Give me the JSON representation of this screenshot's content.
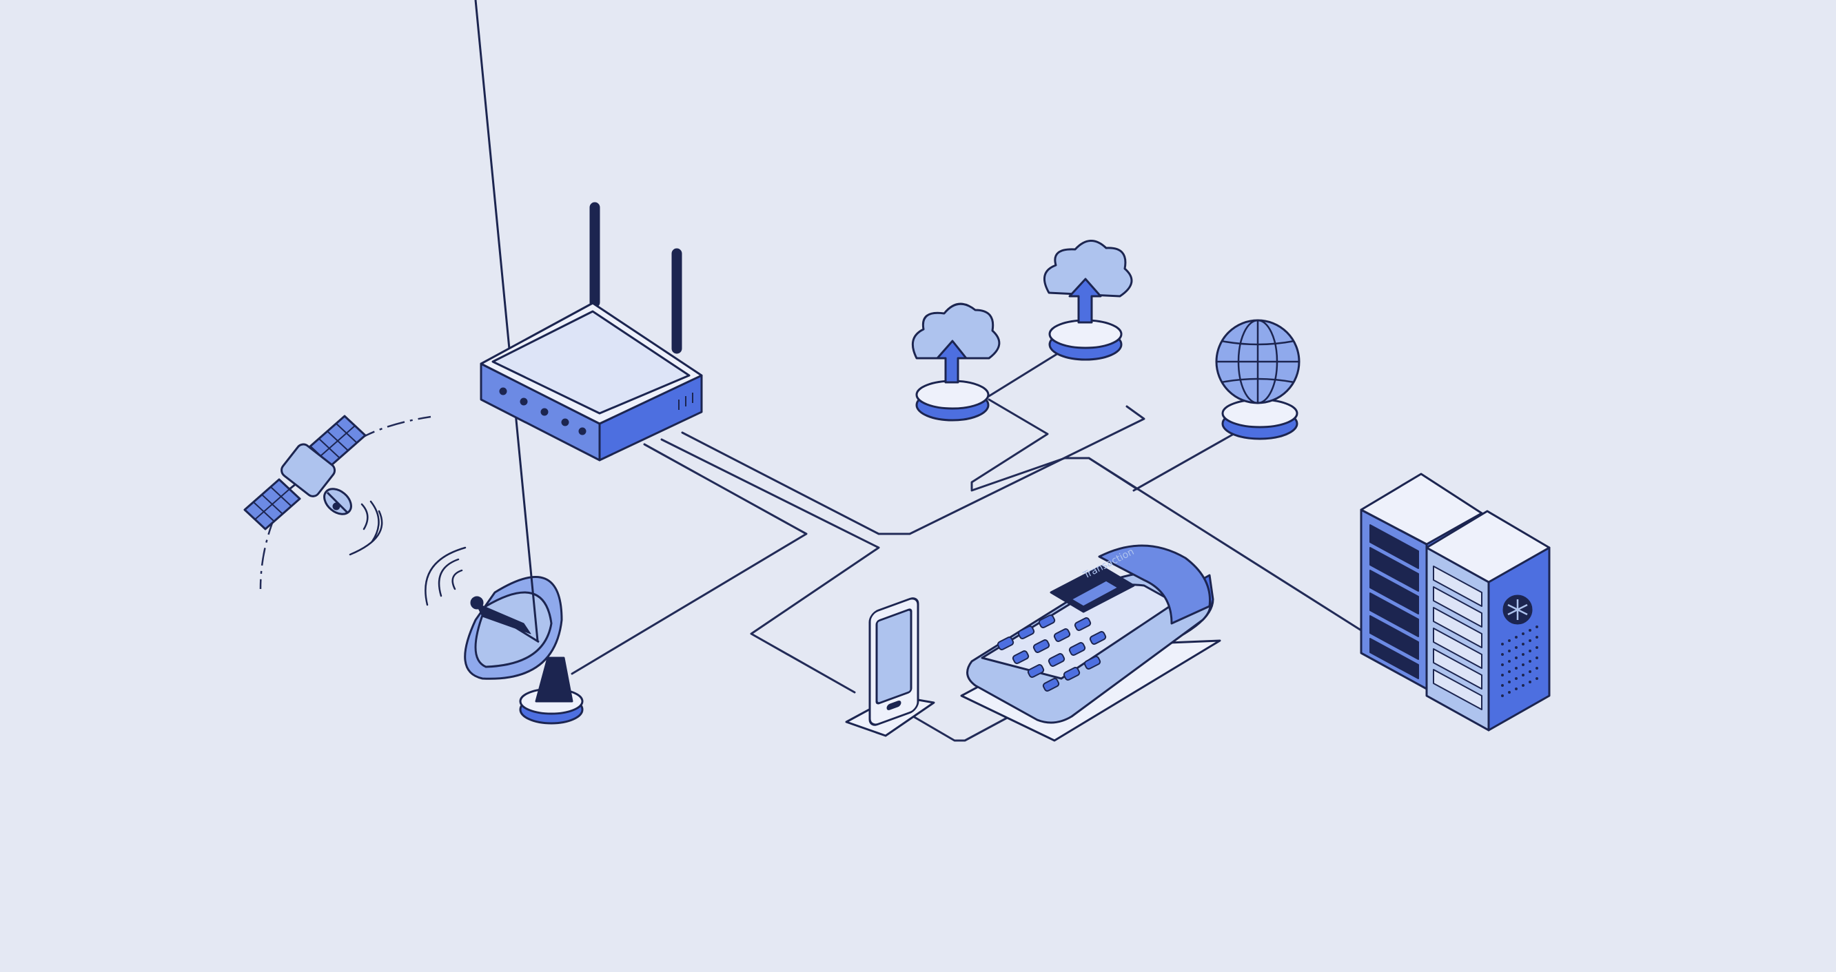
{
  "diagram": {
    "colors": {
      "background": "#e4e8f3",
      "outline": "#1c2550",
      "accent": "#4d6fe0",
      "light_face": "#eef1fb",
      "mid_face": "#aec3ee",
      "line": "#222b57"
    },
    "nodes": [
      {
        "id": "satellite",
        "icon": "satellite-icon"
      },
      {
        "id": "dish",
        "icon": "satellite-dish-icon"
      },
      {
        "id": "router",
        "icon": "wifi-router-icon"
      },
      {
        "id": "cloud-upload-left",
        "icon": "cloud-upload-icon"
      },
      {
        "id": "cloud-upload-right",
        "icon": "cloud-upload-icon"
      },
      {
        "id": "globe",
        "icon": "globe-icon"
      },
      {
        "id": "phone",
        "icon": "smartphone-icon"
      },
      {
        "id": "pos-terminal",
        "icon": "payment-terminal-icon"
      },
      {
        "id": "server-rack",
        "icon": "server-rack-icon"
      }
    ],
    "pos_terminal": {
      "screen_text": "Transaction"
    }
  }
}
